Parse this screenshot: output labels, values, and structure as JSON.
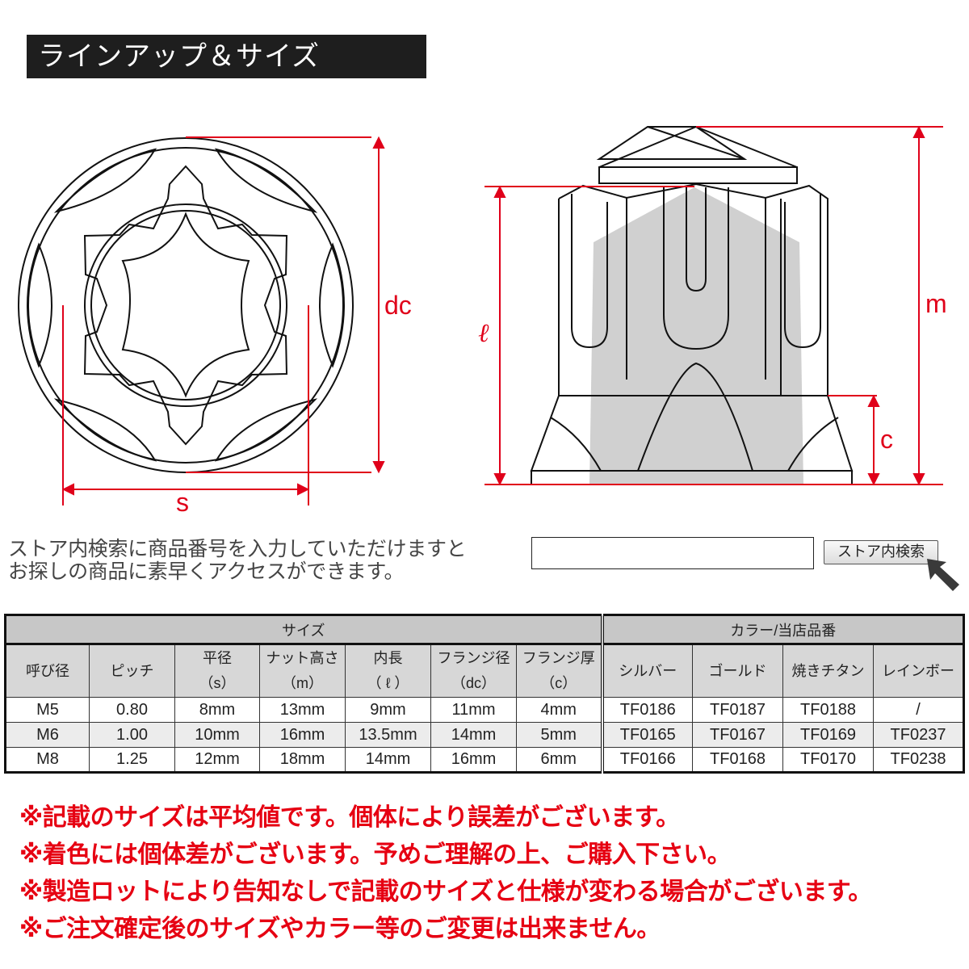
{
  "header": {
    "title": "ラインアップ＆サイズ"
  },
  "diagrams": {
    "top_view": {
      "labels": {
        "dc": "dc",
        "s": "s"
      }
    },
    "side_view": {
      "labels": {
        "l": "ℓ",
        "m": "m",
        "c": "c"
      }
    },
    "accent_color": "#e0001a"
  },
  "search": {
    "note_line1": "ストア内検索に商品番号を入力していただけますと",
    "note_line2": "お探しの商品に素早くアクセスができます。",
    "input_value": "",
    "input_placeholder": "",
    "button_label": "ストア内検索"
  },
  "table": {
    "group_headers": {
      "size": "サイズ",
      "color": "カラー/当店品番"
    },
    "columns": [
      {
        "line1": "呼び径",
        "line2": ""
      },
      {
        "line1": "ピッチ",
        "line2": ""
      },
      {
        "line1": "平径",
        "line2": "（s）"
      },
      {
        "line1": "ナット高さ",
        "line2": "（m）"
      },
      {
        "line1": "内長",
        "line2": "（ ℓ ）"
      },
      {
        "line1": "フランジ径",
        "line2": "（dc）"
      },
      {
        "line1": "フランジ厚",
        "line2": "（c）"
      },
      {
        "line1": "シルバー",
        "line2": ""
      },
      {
        "line1": "ゴールド",
        "line2": ""
      },
      {
        "line1": "焼きチタン",
        "line2": ""
      },
      {
        "line1": "レインボー",
        "line2": ""
      }
    ],
    "rows": [
      [
        "M5",
        "0.80",
        "8mm",
        "13mm",
        "9mm",
        "11mm",
        "4mm",
        "TF0186",
        "TF0187",
        "TF0188",
        "/"
      ],
      [
        "M6",
        "1.00",
        "10mm",
        "16mm",
        "13.5mm",
        "14mm",
        "5mm",
        "TF0165",
        "TF0167",
        "TF0169",
        "TF0237"
      ],
      [
        "M8",
        "1.25",
        "12mm",
        "18mm",
        "14mm",
        "16mm",
        "6mm",
        "TF0166",
        "TF0168",
        "TF0170",
        "TF0238"
      ]
    ]
  },
  "notes": [
    "※記載のサイズは平均値です。個体により誤差がございます。",
    "※着色には個体差がございます。予めご理解の上、ご購入下さい。",
    "※製造ロットにより告知なしで記載のサイズと仕様が変わる場合がございます。",
    "※ご注文確定後のサイズやカラー等のご変更は出来ません。"
  ]
}
